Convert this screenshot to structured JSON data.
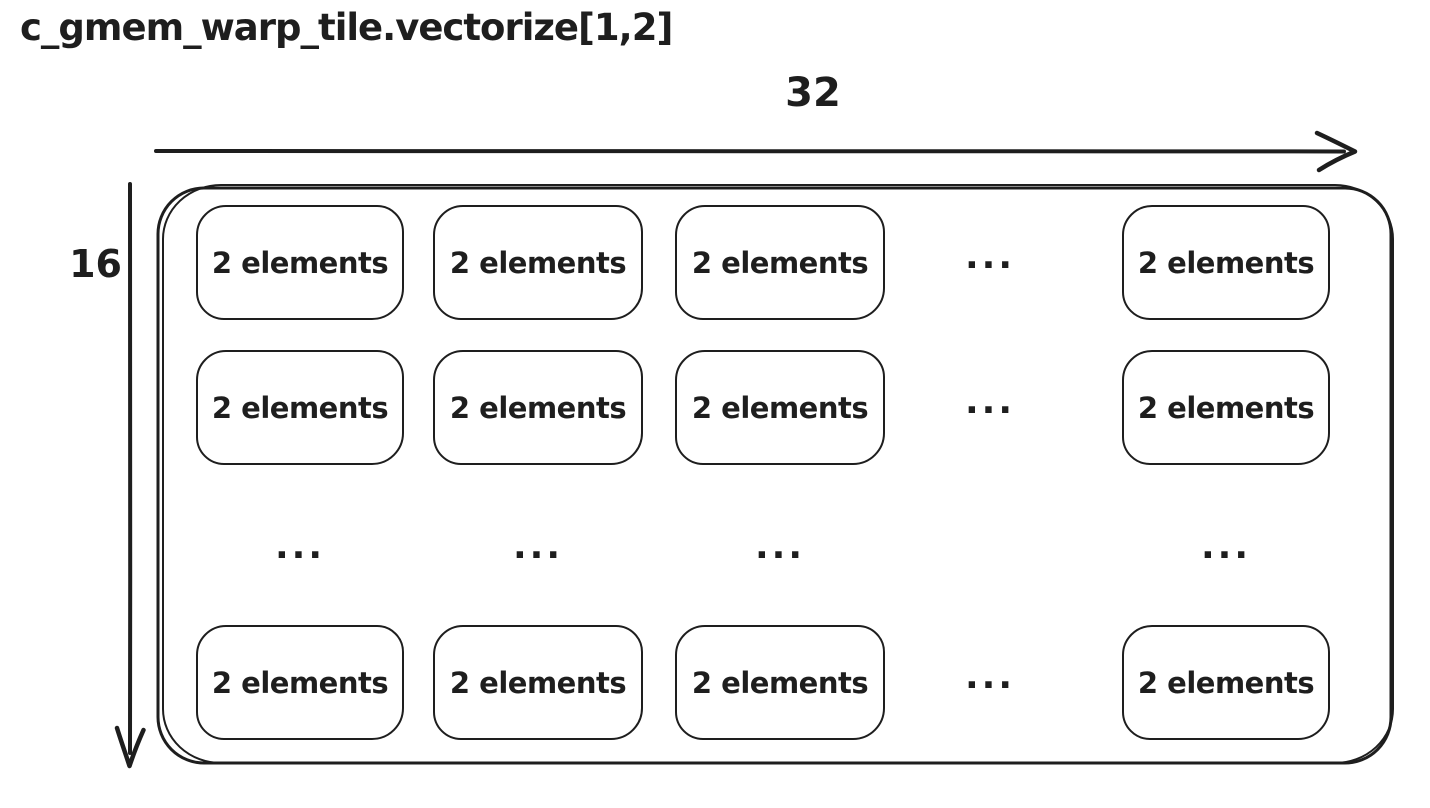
{
  "title": "c_gmem_warp_tile.vectorize[1,2]",
  "dimensions": {
    "width_label": "32",
    "height_label": "16"
  },
  "grid": {
    "rows": [
      {
        "cells": [
          {
            "type": "box",
            "label": "2 elements"
          },
          {
            "type": "box",
            "label": "2 elements"
          },
          {
            "type": "box",
            "label": "2 elements"
          },
          {
            "type": "dots",
            "label": "..."
          },
          {
            "type": "box",
            "label": "2 elements"
          }
        ]
      },
      {
        "cells": [
          {
            "type": "box",
            "label": "2 elements"
          },
          {
            "type": "box",
            "label": "2 elements"
          },
          {
            "type": "box",
            "label": "2 elements"
          },
          {
            "type": "dots",
            "label": "..."
          },
          {
            "type": "box",
            "label": "2 elements"
          }
        ]
      },
      {
        "cells": [
          {
            "type": "dots",
            "label": "..."
          },
          {
            "type": "dots",
            "label": "..."
          },
          {
            "type": "dots",
            "label": "..."
          },
          {
            "type": "empty",
            "label": ""
          },
          {
            "type": "dots",
            "label": "..."
          }
        ]
      },
      {
        "cells": [
          {
            "type": "box",
            "label": "2 elements"
          },
          {
            "type": "box",
            "label": "2 elements"
          },
          {
            "type": "box",
            "label": "2 elements"
          },
          {
            "type": "dots",
            "label": "..."
          },
          {
            "type": "box",
            "label": "2 elements"
          }
        ]
      }
    ]
  },
  "colors": {
    "stroke": "#1e1e1e",
    "background": "#ffffff"
  }
}
